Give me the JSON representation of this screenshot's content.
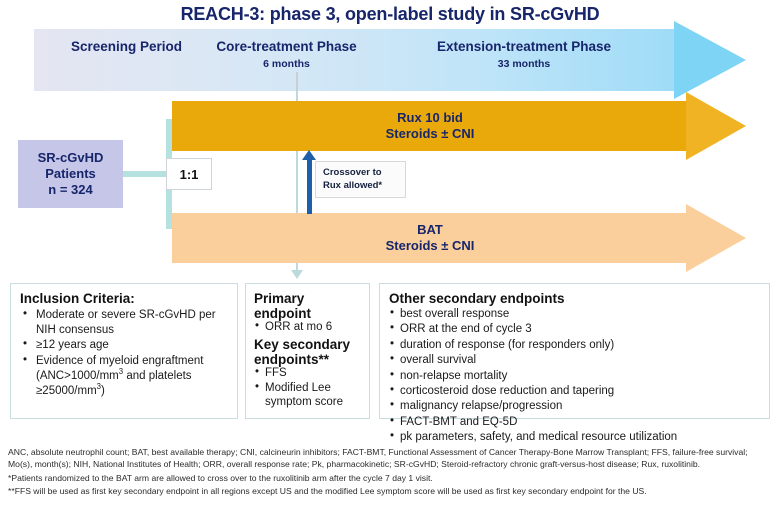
{
  "title": "REACH-3: phase 3, open-label study in SR-cGvHD",
  "timeline": {
    "phases": [
      {
        "name": "Screening Period",
        "duration": ""
      },
      {
        "name": "Core-treatment Phase",
        "duration": "6 months"
      },
      {
        "name": "Extension-treatment Phase",
        "duration": "33 months"
      }
    ]
  },
  "patients": {
    "line1": "SR-cGvHD",
    "line2": "Patients",
    "line3": "n = 324"
  },
  "randomization": {
    "ratio": "1:1"
  },
  "arms": [
    {
      "id": "rux",
      "line1": "Rux 10 bid",
      "line2": "Steroids ± CNI",
      "color": "#eaa90b"
    },
    {
      "id": "bat",
      "line1": "BAT",
      "line2": "Steroids ± CNI",
      "color": "#fbcf9c"
    }
  ],
  "crossover": {
    "line1": "Crossover to",
    "line2": "Rux allowed*"
  },
  "inclusion": {
    "title": "Inclusion Criteria:",
    "items": [
      "Moderate or severe SR-cGvHD per NIH consensus",
      "≥12 years age",
      "Evidence of myeloid engraftment (ANC>1000/mm3 and platelets ≥25000/mm3)"
    ]
  },
  "primary": {
    "title1": "Primary endpoint",
    "items1": [
      "ORR at mo 6"
    ],
    "title2": "Key secondary endpoints**",
    "items2": [
      "FFS",
      "Modified Lee symptom score"
    ]
  },
  "secondary": {
    "title": "Other secondary endpoints",
    "items": [
      "best overall response",
      "ORR at the end of cycle 3",
      "duration of response (for responders only)",
      "overall survival",
      "non-relapse mortality",
      "corticosteroid dose reduction and tapering",
      "malignancy relapse/progression",
      "FACT-BMT and EQ-5D",
      "pk parameters, safety, and medical resource utilization"
    ]
  },
  "footnotes": {
    "abbreviations": "ANC, absolute neutrophil count; BAT, best available therapy; CNI, calcineurin inhibitors; FACT-BMT, Functional Assessment of Cancer Therapy-Bone Marrow Transplant; FFS, failure-free survival; Mo(s), month(s); NIH, National Institutes of Health; ORR, overall response rate; Pk, pharmacokinetic; SR-cGvHD; Steroid-refractory chronic graft-versus-host disease; Rux, ruxolitinib.",
    "note_single_asterisk": "*Patients randomized to the BAT arm are allowed to cross over to the ruxolitinib arm after the cycle 7 day 1 visit.",
    "note_double_asterisk": "**FFS will be used as first key secondary endpoint in all regions except US and the modified Lee symptom score will be used as first key secondary endpoint for the US."
  }
}
